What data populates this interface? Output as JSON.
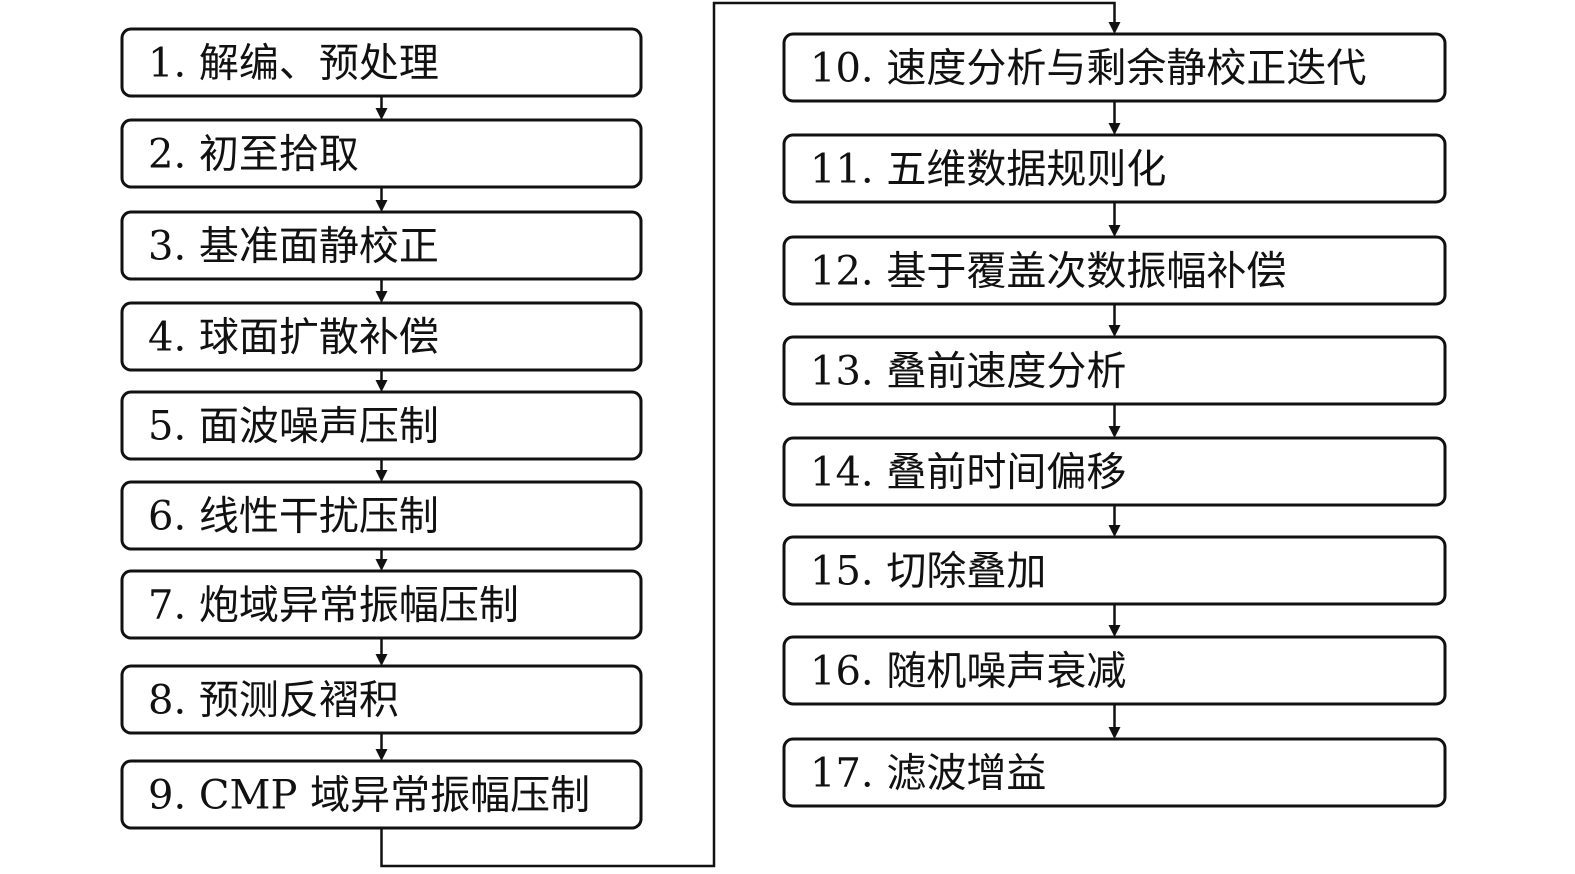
{
  "diagram": {
    "type": "flowchart",
    "left_column": [
      "1. 解编、预处理",
      "2. 初至拾取",
      "3. 基准面静校正",
      "4. 球面扩散补偿",
      "5. 面波噪声压制",
      "6. 线性干扰压制",
      "7. 炮域异常振幅压制",
      "8. 预测反褶积",
      "9. CMP 域异常振幅压制"
    ],
    "right_column": [
      "10. 速度分析与剩余静校正迭代",
      "11. 五维数据规则化",
      "12. 基于覆盖次数振幅补偿",
      "13. 叠前速度分析",
      "14. 叠前时间偏移",
      "15. 切除叠加",
      "16. 随机噪声衰减",
      "17. 滤波增益"
    ],
    "colors": {
      "stroke": "#111111",
      "fill": "#ffffff",
      "text": "#111111"
    }
  }
}
